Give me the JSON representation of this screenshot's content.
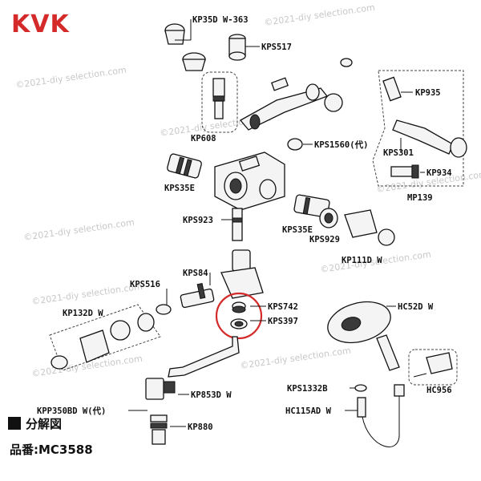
{
  "brand": "KVK",
  "watermark": "©2021-diy selection.com",
  "section_title": "分解図",
  "model_label": "品番:MC3588",
  "parts": {
    "kp35dw363": "KP35D W-363",
    "kps517": "KPS517",
    "kp608": "KP608",
    "kps1560": "KPS1560(代)",
    "kp935": "KP935",
    "kps301": "KPS301",
    "kp934": "KP934",
    "mp139": "MP139",
    "kps35e_left": "KPS35E",
    "kps923": "KPS923",
    "kps35e_right": "KPS35E",
    "kps929": "KPS929",
    "kp111dw": "KP111D W",
    "kps84": "KPS84",
    "kps516": "KPS516",
    "kps742": "KPS742",
    "kps397": "KPS397",
    "kp132dw": "KP132D W",
    "hc52dw": "HC52D W",
    "hc956": "HC956",
    "kp853dw": "KP853D W",
    "kpp350bdw": "KPP350BD W(代)",
    "kp880": "KP880",
    "kps1332b": "KPS1332B",
    "hc115adw": "HC115AD W"
  },
  "colors": {
    "brand": "#d42a2a",
    "highlight": "#d42a2a",
    "ink": "#111111"
  }
}
